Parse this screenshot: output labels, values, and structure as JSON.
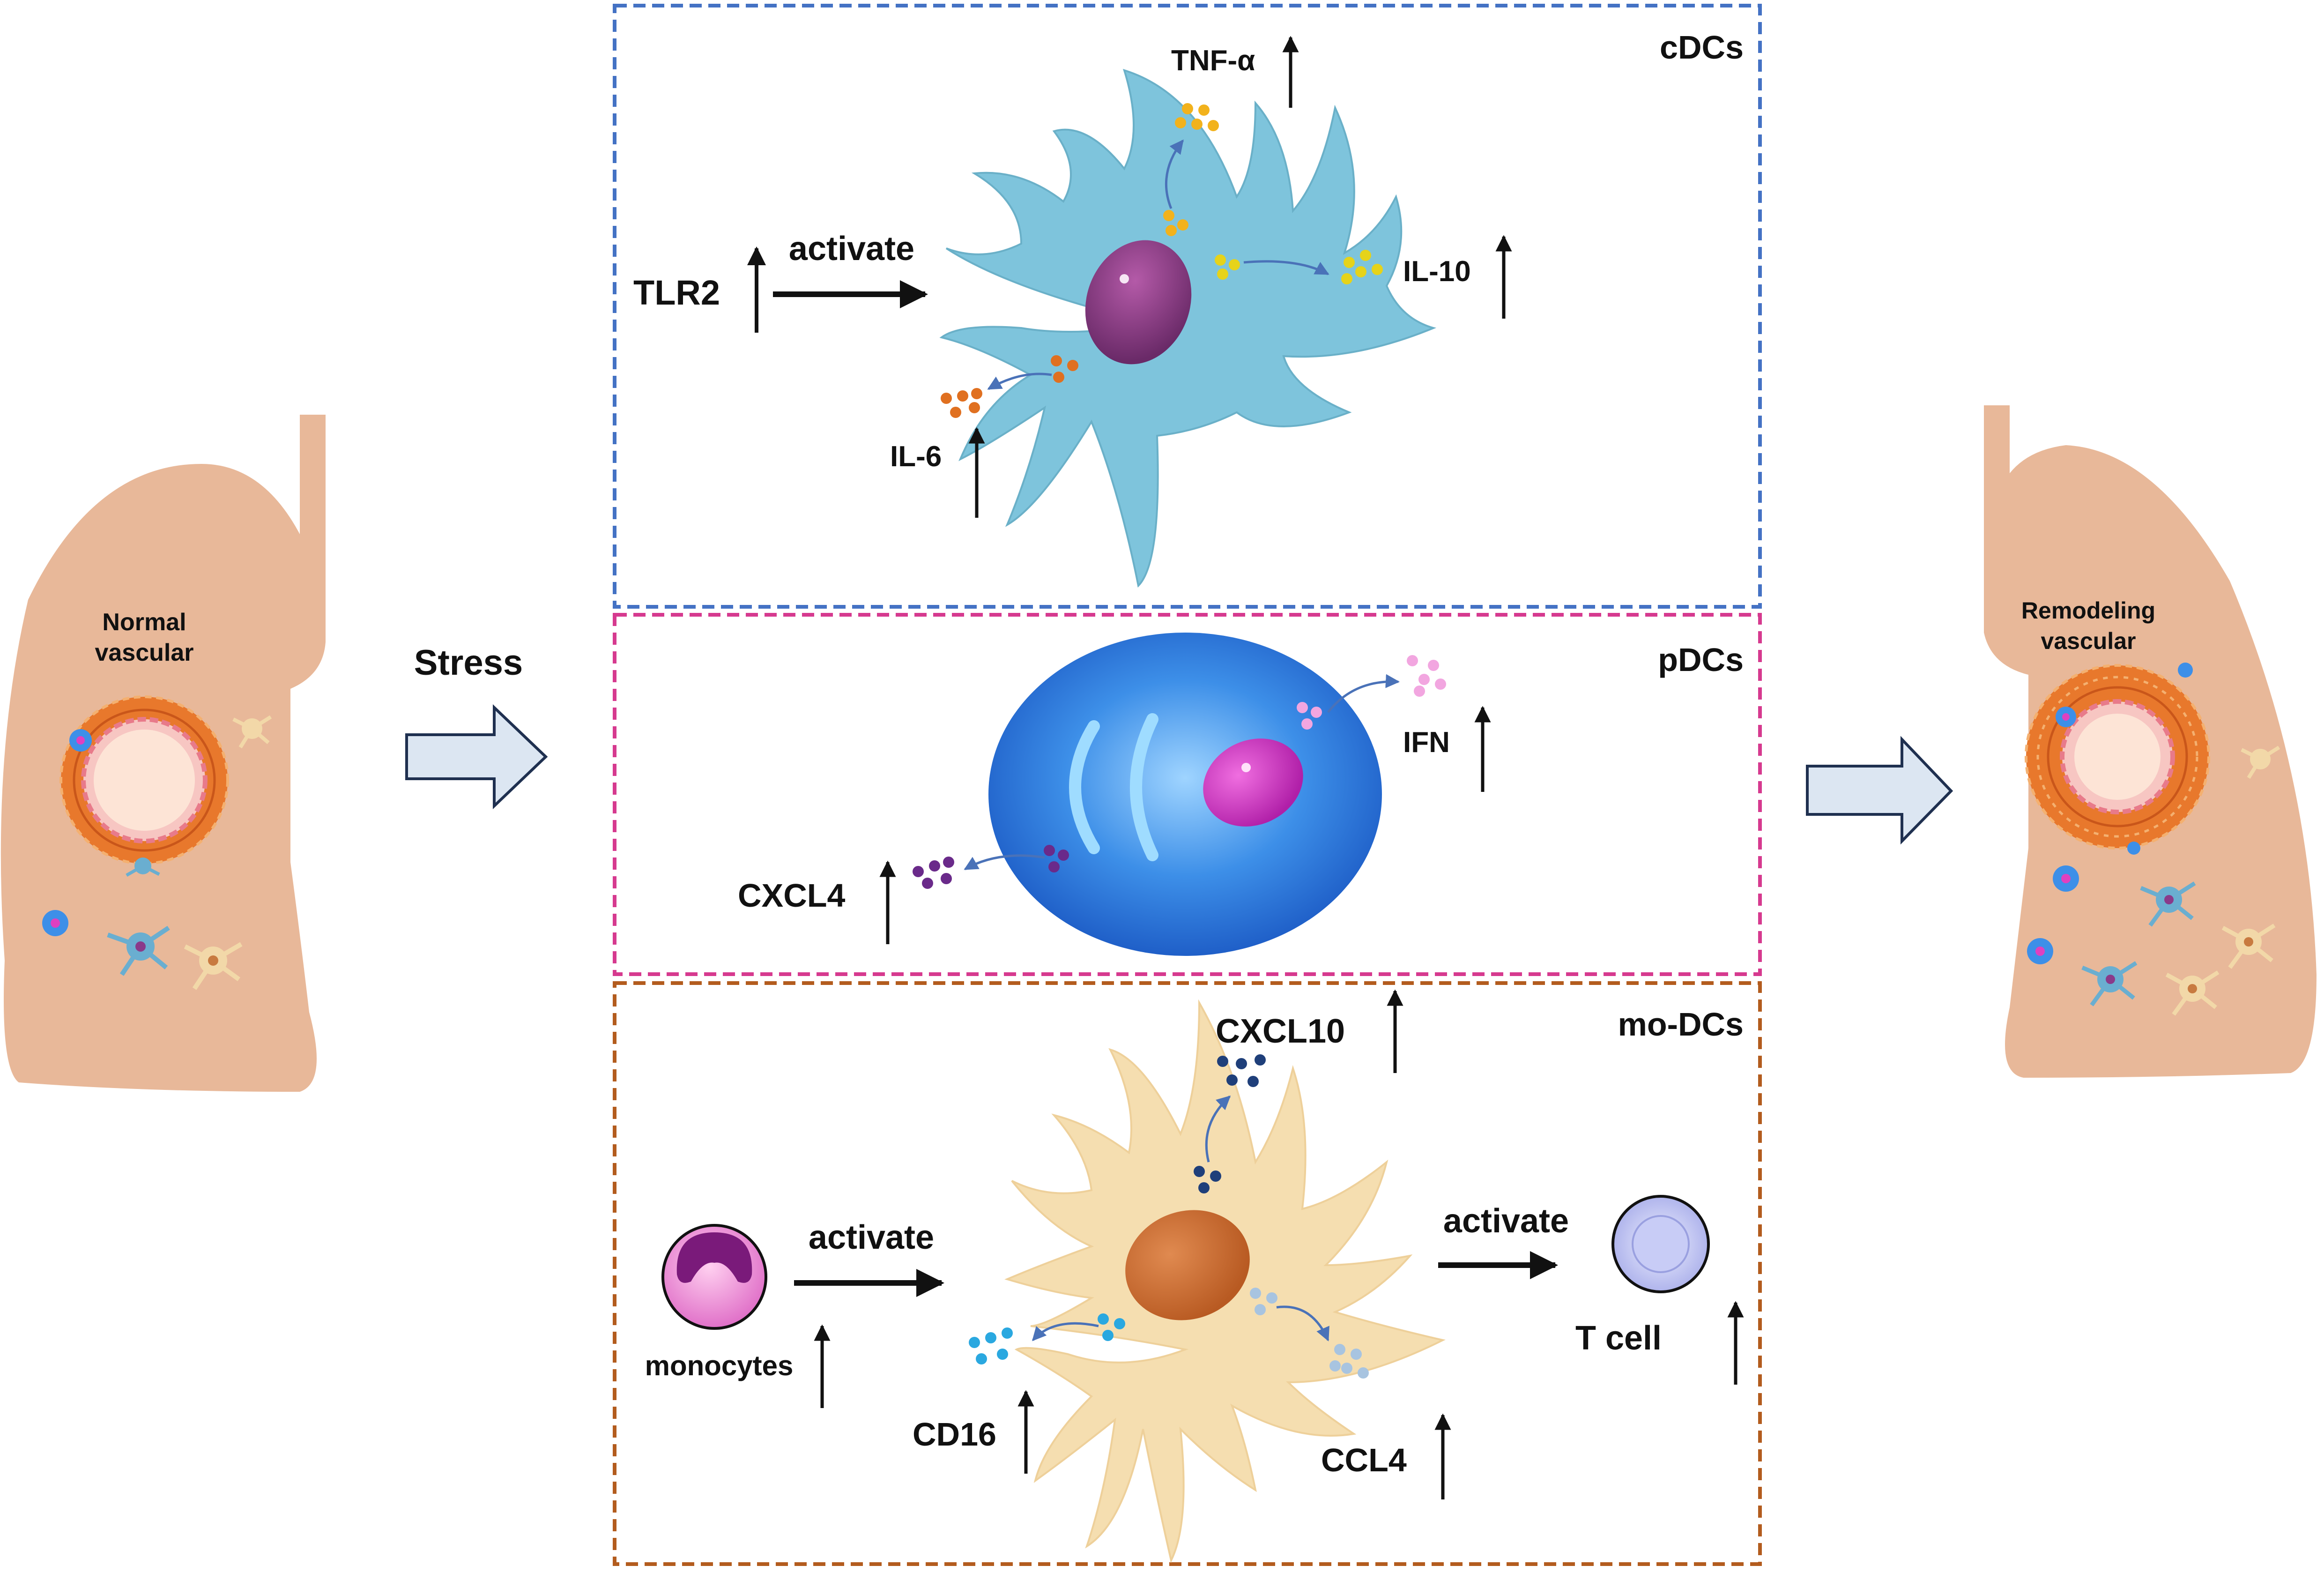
{
  "left_lung": {
    "label_line1": "Normal",
    "label_line2": "vascular"
  },
  "right_lung": {
    "label_line1": "Remodeling",
    "label_line2": "vascular"
  },
  "stress_label": "Stress",
  "panels": {
    "cdcs": {
      "title": "cDCs",
      "trigger": "TLR2",
      "arrow_label": "activate",
      "cytokines": {
        "tnf": "TNF-α",
        "il10": "IL-10",
        "il6": "IL-6"
      }
    },
    "pdcs": {
      "title": "pDCs",
      "cytokines": {
        "ifn": "IFN",
        "cxcl4": "CXCL4"
      }
    },
    "modcs": {
      "title": "mo-DCs",
      "source": "monocytes",
      "arrow_label_in": "activate",
      "arrow_label_out": "activate",
      "target": "T cell",
      "cytokines": {
        "cxcl10": "CXCL10",
        "cd16": "CD16",
        "ccl4": "CCL4"
      }
    }
  },
  "colors": {
    "lung": "#e8b899",
    "cdc_border": "#4472c4",
    "pdc_border": "#d63a8f",
    "modc_border": "#b35c1e",
    "cdc_cell": "#7ec4dc",
    "modc_cell": "#f5deb0",
    "big_arrow_fill": "#dce6f2",
    "big_arrow_stroke": "#1f3050"
  }
}
